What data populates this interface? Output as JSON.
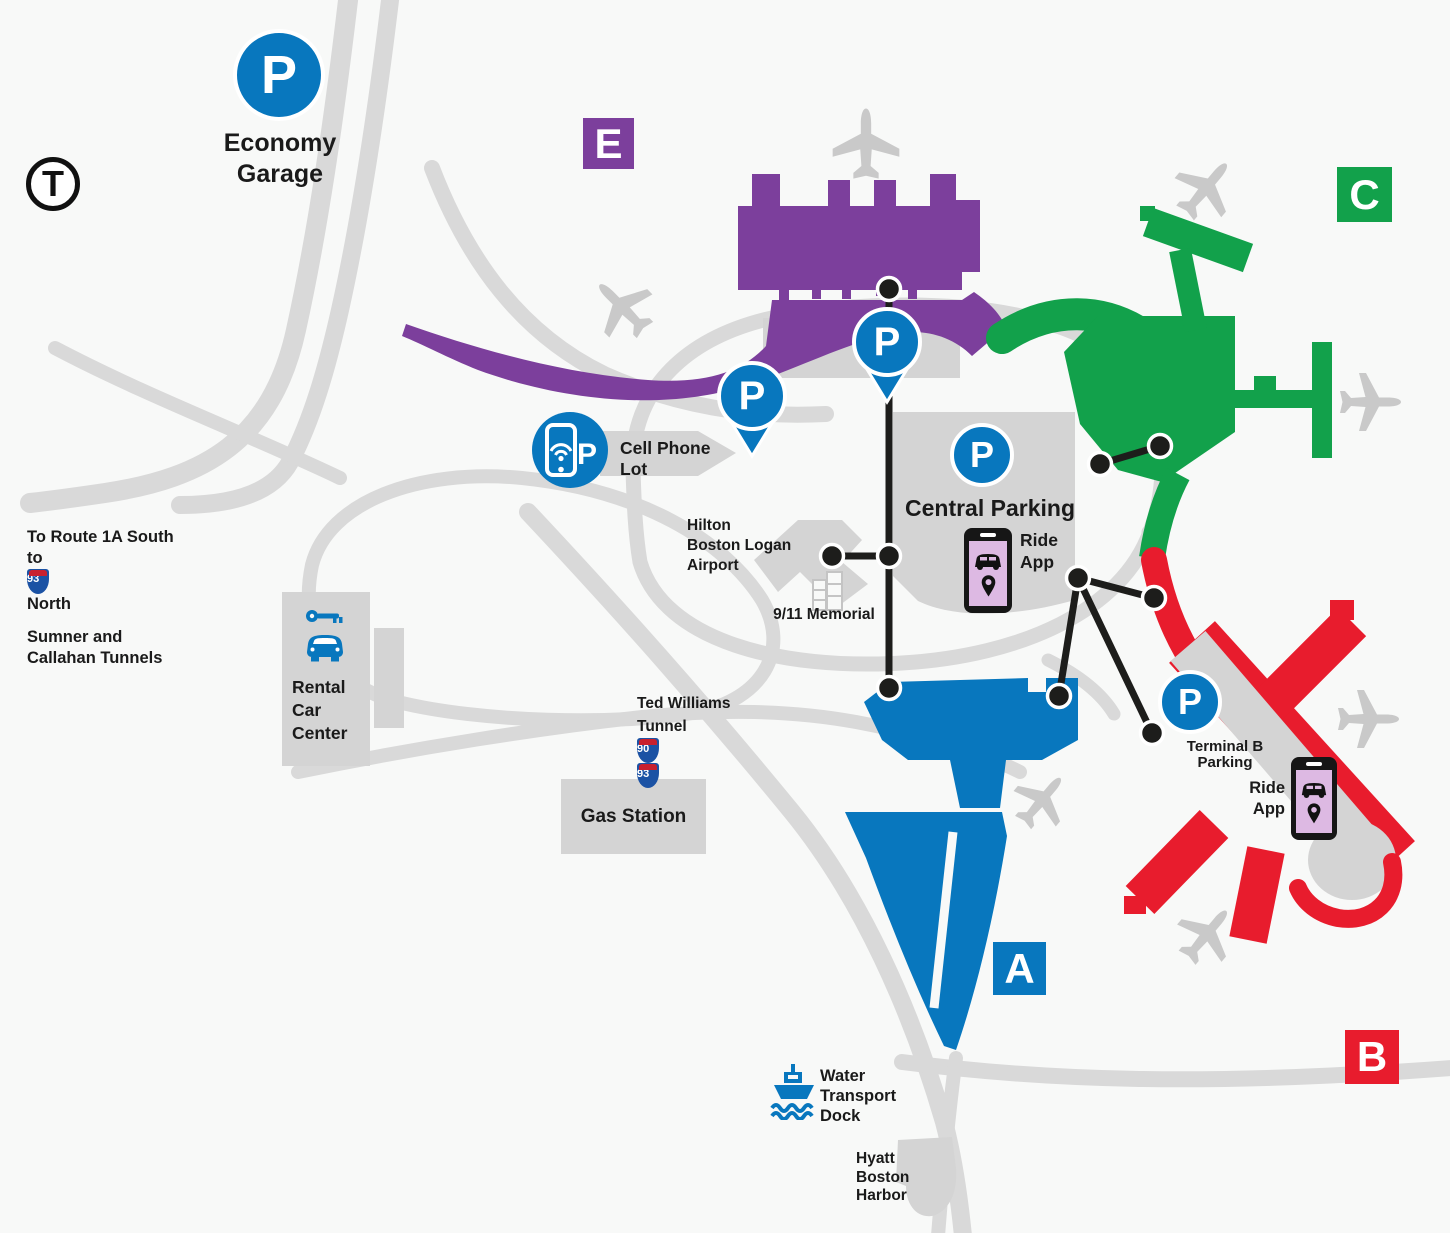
{
  "colors": {
    "terminal_a_blue": "#0877BE",
    "terminal_e_purple": "#7C3F9C",
    "terminal_c_green": "#12A14B",
    "terminal_b_red": "#E81C2D",
    "road_gray": "#D9D9D9",
    "building_gray": "#D4D4D4",
    "walkway_black": "#1D1D1B",
    "ride_app_screen_pink": "#DDB9E3",
    "background": "#F8F9F8",
    "shield_blue": "#1B52A4",
    "shield_red": "#C8202E"
  },
  "badges": {
    "e": "E",
    "c": "C",
    "a": "A",
    "b": "B"
  },
  "markers": {
    "p_letter": "P",
    "t_logo": "T"
  },
  "labels": {
    "economy_garage": {
      "line1": "Economy",
      "line2": "Garage"
    },
    "cell_phone_lot": {
      "line1": "Cell Phone",
      "line2": "Lot"
    },
    "central_parking": "Central Parking",
    "ride_app": {
      "line1": "Ride",
      "line2": "App"
    },
    "terminal_b_parking": {
      "line1": "Terminal B",
      "line2": "Parking"
    },
    "hilton": {
      "line1": "Hilton",
      "line2": "Boston Logan",
      "line3": "Airport"
    },
    "memorial": "9/11 Memorial",
    "route_note": {
      "line1": "To Route 1A South",
      "to": "to",
      "shield": "93",
      "north": "North",
      "line2": "Sumner and",
      "line3": "Callahan Tunnels"
    },
    "rental_car": {
      "line1": "Rental",
      "line2": "Car",
      "line3": "Center"
    },
    "ted_williams": {
      "line1": "Ted Williams",
      "line2": "Tunnel",
      "shield_90": "90",
      "shield_93": "93"
    },
    "gas_station": "Gas Station",
    "water_dock": {
      "line1": "Water",
      "line2": "Transport",
      "line3": "Dock"
    },
    "hyatt": {
      "line1": "Hyatt",
      "line2": "Boston",
      "line3": "Harbor"
    }
  }
}
